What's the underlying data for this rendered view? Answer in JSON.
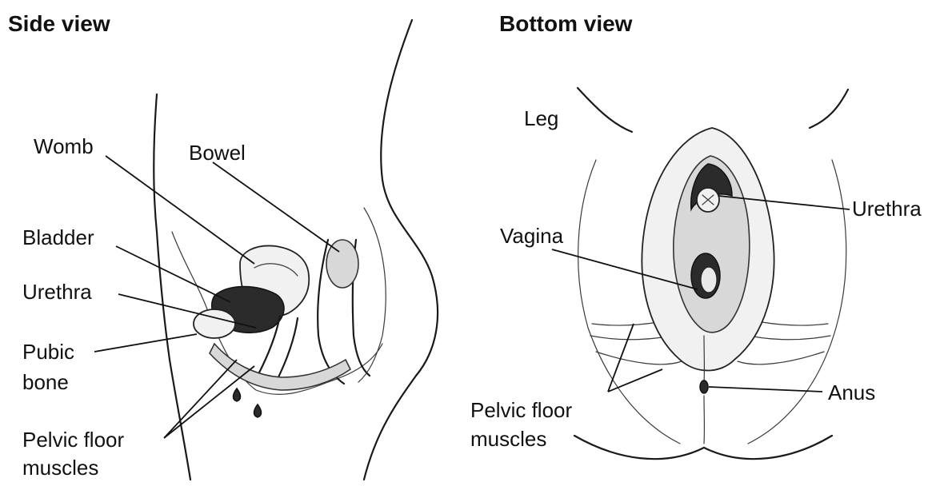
{
  "side_view": {
    "title": "Side view",
    "labels": {
      "womb": "Womb",
      "bowel": "Bowel",
      "bladder": "Bladder",
      "urethra": "Urethra",
      "pubic_bone_line1": "Pubic",
      "pubic_bone_line2": "bone",
      "pelvic_floor_line1": "Pelvic floor",
      "pelvic_floor_line2": "muscles"
    }
  },
  "bottom_view": {
    "title": "Bottom view",
    "labels": {
      "leg": "Leg",
      "urethra": "Urethra",
      "vagina": "Vagina",
      "anus": "Anus",
      "pelvic_floor_line1": "Pelvic floor",
      "pelvic_floor_line2": "muscles"
    }
  }
}
